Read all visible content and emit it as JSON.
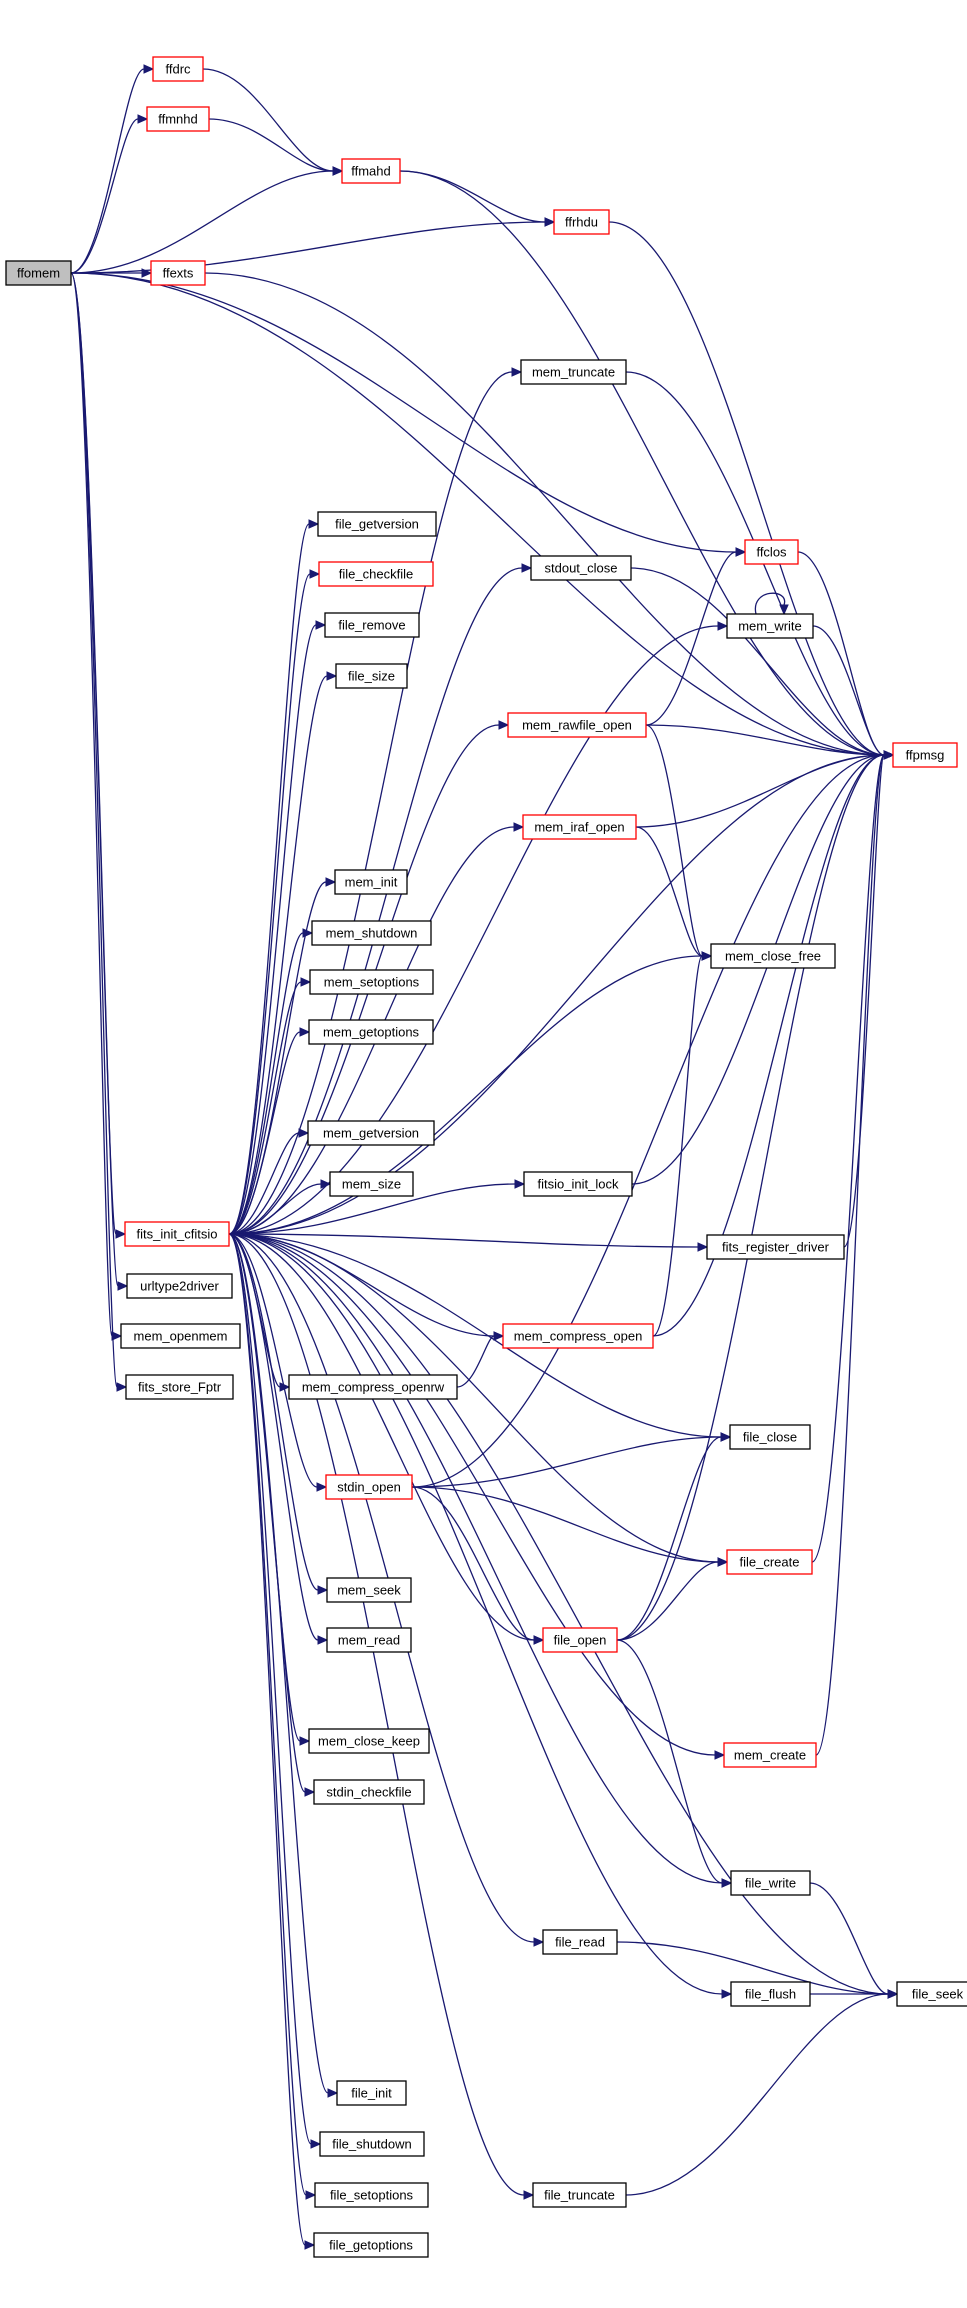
{
  "colors": {
    "edge": "#191970",
    "border_black": "#000000",
    "border_red": "#ff0000",
    "root_fill": "#bfbfbf",
    "node_fill": "#ffffff"
  },
  "nodes": [
    {
      "id": "ffomem",
      "label": "ffomem",
      "style": "root"
    },
    {
      "id": "ffdrc",
      "label": "ffdrc",
      "style": "red"
    },
    {
      "id": "ffmnhd",
      "label": "ffmnhd",
      "style": "red"
    },
    {
      "id": "ffmahd",
      "label": "ffmahd",
      "style": "red"
    },
    {
      "id": "ffrhdu",
      "label": "ffrhdu",
      "style": "red"
    },
    {
      "id": "ffexts",
      "label": "ffexts",
      "style": "red"
    },
    {
      "id": "ffpmsg",
      "label": "ffpmsg",
      "style": "red"
    },
    {
      "id": "ffclos",
      "label": "ffclos",
      "style": "red"
    },
    {
      "id": "mem_truncate",
      "label": "mem_truncate",
      "style": "black"
    },
    {
      "id": "file_getversion",
      "label": "file_getversion",
      "style": "black"
    },
    {
      "id": "stdout_close",
      "label": "stdout_close",
      "style": "black"
    },
    {
      "id": "file_checkfile",
      "label": "file_checkfile",
      "style": "red"
    },
    {
      "id": "mem_write",
      "label": "mem_write",
      "style": "black"
    },
    {
      "id": "file_remove",
      "label": "file_remove",
      "style": "black"
    },
    {
      "id": "file_size",
      "label": "file_size",
      "style": "black"
    },
    {
      "id": "mem_rawfile_open",
      "label": "mem_rawfile_open",
      "style": "red"
    },
    {
      "id": "mem_iraf_open",
      "label": "mem_iraf_open",
      "style": "red"
    },
    {
      "id": "mem_init",
      "label": "mem_init",
      "style": "black"
    },
    {
      "id": "mem_shutdown",
      "label": "mem_shutdown",
      "style": "black"
    },
    {
      "id": "mem_close_free",
      "label": "mem_close_free",
      "style": "black"
    },
    {
      "id": "mem_setoptions",
      "label": "mem_setoptions",
      "style": "black"
    },
    {
      "id": "mem_getoptions",
      "label": "mem_getoptions",
      "style": "black"
    },
    {
      "id": "mem_getversion",
      "label": "mem_getversion",
      "style": "black"
    },
    {
      "id": "mem_size",
      "label": "mem_size",
      "style": "black"
    },
    {
      "id": "fitsio_init_lock",
      "label": "fitsio_init_lock",
      "style": "black"
    },
    {
      "id": "fits_init_cfitsio",
      "label": "fits_init_cfitsio",
      "style": "red"
    },
    {
      "id": "fits_register_driver",
      "label": "fits_register_driver",
      "style": "black"
    },
    {
      "id": "urltype2driver",
      "label": "urltype2driver",
      "style": "black"
    },
    {
      "id": "mem_openmem",
      "label": "mem_openmem",
      "style": "black"
    },
    {
      "id": "mem_compress_open",
      "label": "mem_compress_open",
      "style": "red"
    },
    {
      "id": "fits_store_Fptr",
      "label": "fits_store_Fptr",
      "style": "black"
    },
    {
      "id": "mem_compress_openrw",
      "label": "mem_compress_openrw",
      "style": "black"
    },
    {
      "id": "file_close",
      "label": "file_close",
      "style": "black"
    },
    {
      "id": "stdin_open",
      "label": "stdin_open",
      "style": "red"
    },
    {
      "id": "file_create",
      "label": "file_create",
      "style": "red"
    },
    {
      "id": "mem_seek",
      "label": "mem_seek",
      "style": "black"
    },
    {
      "id": "mem_read",
      "label": "mem_read",
      "style": "black"
    },
    {
      "id": "file_open",
      "label": "file_open",
      "style": "red"
    },
    {
      "id": "mem_close_keep",
      "label": "mem_close_keep",
      "style": "black"
    },
    {
      "id": "mem_create",
      "label": "mem_create",
      "style": "red"
    },
    {
      "id": "stdin_checkfile",
      "label": "stdin_checkfile",
      "style": "black"
    },
    {
      "id": "file_write",
      "label": "file_write",
      "style": "black"
    },
    {
      "id": "file_read",
      "label": "file_read",
      "style": "black"
    },
    {
      "id": "file_flush",
      "label": "file_flush",
      "style": "black"
    },
    {
      "id": "file_seek",
      "label": "file_seek",
      "style": "black"
    },
    {
      "id": "file_init",
      "label": "file_init",
      "style": "black"
    },
    {
      "id": "file_shutdown",
      "label": "file_shutdown",
      "style": "black"
    },
    {
      "id": "file_setoptions",
      "label": "file_setoptions",
      "style": "black"
    },
    {
      "id": "file_truncate",
      "label": "file_truncate",
      "style": "black"
    },
    {
      "id": "file_getoptions",
      "label": "file_getoptions",
      "style": "black"
    }
  ],
  "edges": [
    [
      "ffomem",
      "ffdrc"
    ],
    [
      "ffomem",
      "ffmnhd"
    ],
    [
      "ffomem",
      "ffmahd"
    ],
    [
      "ffomem",
      "ffrhdu"
    ],
    [
      "ffomem",
      "ffexts"
    ],
    [
      "ffomem",
      "ffpmsg"
    ],
    [
      "ffomem",
      "ffclos"
    ],
    [
      "ffomem",
      "fits_init_cfitsio"
    ],
    [
      "ffomem",
      "urltype2driver"
    ],
    [
      "ffomem",
      "mem_openmem"
    ],
    [
      "ffomem",
      "fits_store_Fptr"
    ],
    [
      "ffdrc",
      "ffmahd"
    ],
    [
      "ffmnhd",
      "ffmahd"
    ],
    [
      "ffmahd",
      "ffrhdu"
    ],
    [
      "ffmahd",
      "ffpmsg"
    ],
    [
      "ffrhdu",
      "ffpmsg"
    ],
    [
      "ffexts",
      "ffpmsg"
    ],
    [
      "ffclos",
      "ffpmsg"
    ],
    [
      "mem_truncate",
      "ffpmsg"
    ],
    [
      "stdout_close",
      "ffpmsg"
    ],
    [
      "mem_write",
      "mem_write"
    ],
    [
      "mem_write",
      "ffpmsg"
    ],
    [
      "mem_rawfile_open",
      "ffclos"
    ],
    [
      "mem_rawfile_open",
      "ffpmsg"
    ],
    [
      "mem_rawfile_open",
      "mem_close_free"
    ],
    [
      "mem_iraf_open",
      "ffpmsg"
    ],
    [
      "mem_iraf_open",
      "mem_close_free"
    ],
    [
      "fitsio_init_lock",
      "ffpmsg"
    ],
    [
      "fits_register_driver",
      "ffpmsg"
    ],
    [
      "mem_compress_open",
      "mem_close_free"
    ],
    [
      "mem_compress_open",
      "ffpmsg"
    ],
    [
      "mem_compress_openrw",
      "mem_compress_open"
    ],
    [
      "fits_init_cfitsio",
      "mem_truncate"
    ],
    [
      "fits_init_cfitsio",
      "stdout_close"
    ],
    [
      "fits_init_cfitsio",
      "mem_write"
    ],
    [
      "fits_init_cfitsio",
      "file_getversion"
    ],
    [
      "fits_init_cfitsio",
      "file_checkfile"
    ],
    [
      "fits_init_cfitsio",
      "file_remove"
    ],
    [
      "fits_init_cfitsio",
      "file_size"
    ],
    [
      "fits_init_cfitsio",
      "mem_rawfile_open"
    ],
    [
      "fits_init_cfitsio",
      "ffpmsg"
    ],
    [
      "fits_init_cfitsio",
      "mem_iraf_open"
    ],
    [
      "fits_init_cfitsio",
      "mem_init"
    ],
    [
      "fits_init_cfitsio",
      "mem_shutdown"
    ],
    [
      "fits_init_cfitsio",
      "mem_setoptions"
    ],
    [
      "fits_init_cfitsio",
      "mem_getoptions"
    ],
    [
      "fits_init_cfitsio",
      "mem_close_free"
    ],
    [
      "fits_init_cfitsio",
      "mem_getversion"
    ],
    [
      "fits_init_cfitsio",
      "mem_size"
    ],
    [
      "fits_init_cfitsio",
      "fitsio_init_lock"
    ],
    [
      "fits_init_cfitsio",
      "fits_register_driver"
    ],
    [
      "fits_init_cfitsio",
      "mem_compress_open"
    ],
    [
      "fits_init_cfitsio",
      "mem_compress_openrw"
    ],
    [
      "fits_init_cfitsio",
      "file_close"
    ],
    [
      "fits_init_cfitsio",
      "stdin_open"
    ],
    [
      "fits_init_cfitsio",
      "file_create"
    ],
    [
      "fits_init_cfitsio",
      "mem_seek"
    ],
    [
      "fits_init_cfitsio",
      "mem_read"
    ],
    [
      "fits_init_cfitsio",
      "file_open"
    ],
    [
      "fits_init_cfitsio",
      "mem_close_keep"
    ],
    [
      "fits_init_cfitsio",
      "stdin_checkfile"
    ],
    [
      "fits_init_cfitsio",
      "mem_create"
    ],
    [
      "fits_init_cfitsio",
      "file_write"
    ],
    [
      "fits_init_cfitsio",
      "file_read"
    ],
    [
      "fits_init_cfitsio",
      "file_flush"
    ],
    [
      "fits_init_cfitsio",
      "file_seek"
    ],
    [
      "fits_init_cfitsio",
      "file_init"
    ],
    [
      "fits_init_cfitsio",
      "file_shutdown"
    ],
    [
      "fits_init_cfitsio",
      "file_setoptions"
    ],
    [
      "fits_init_cfitsio",
      "file_getoptions"
    ],
    [
      "fits_init_cfitsio",
      "file_truncate"
    ],
    [
      "stdin_open",
      "file_close"
    ],
    [
      "stdin_open",
      "ffpmsg"
    ],
    [
      "stdin_open",
      "file_create"
    ],
    [
      "stdin_open",
      "file_open"
    ],
    [
      "file_open",
      "file_close"
    ],
    [
      "file_open",
      "file_create"
    ],
    [
      "file_open",
      "ffpmsg"
    ],
    [
      "file_open",
      "file_write"
    ],
    [
      "file_create",
      "ffpmsg"
    ],
    [
      "mem_create",
      "ffpmsg"
    ],
    [
      "file_write",
      "file_seek"
    ],
    [
      "file_read",
      "file_seek"
    ],
    [
      "file_flush",
      "file_seek"
    ],
    [
      "file_truncate",
      "file_seek"
    ]
  ]
}
